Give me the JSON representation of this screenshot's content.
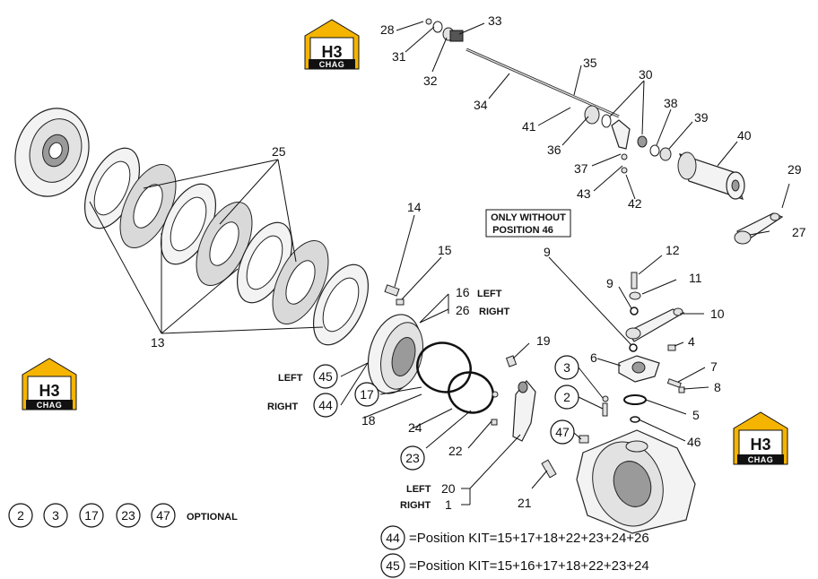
{
  "logo": {
    "mark": "H3",
    "sub": "CHAG",
    "accent": "#f5b400"
  },
  "note_box": {
    "line1": "ONLY WITHOUT",
    "line2": "POSITION 46"
  },
  "side_labels": {
    "left": "LEFT",
    "right": "RIGHT"
  },
  "callouts": {
    "c1": "1",
    "c2": "2",
    "c3": "3",
    "c4": "4",
    "c5": "5",
    "c6": "6",
    "c7": "7",
    "c8": "8",
    "c9": "9",
    "c10": "10",
    "c11": "11",
    "c12": "12",
    "c13": "13",
    "c14": "14",
    "c15": "15",
    "c16": "16",
    "c17": "17",
    "c18": "18",
    "c19": "19",
    "c20": "20",
    "c21": "21",
    "c22": "22",
    "c23": "23",
    "c24": "24",
    "c25": "25",
    "c26": "26",
    "c27": "27",
    "c28": "28",
    "c29": "29",
    "c30": "30",
    "c31": "31",
    "c32": "32",
    "c33": "33",
    "c34": "34",
    "c35": "35",
    "c36": "36",
    "c37": "37",
    "c38": "38",
    "c39": "39",
    "c40": "40",
    "c41": "41",
    "c42": "42",
    "c43": "43",
    "c44": "44",
    "c45": "45",
    "c46": "46",
    "c47": "47"
  },
  "optional_legend": {
    "items": [
      "2",
      "3",
      "17",
      "23",
      "47"
    ],
    "label": "OPTIONAL"
  },
  "kits": [
    {
      "id": "44",
      "text": "=Position KIT=15+17+18+22+23+24+26"
    },
    {
      "id": "45",
      "text": "=Position KIT=15+16+17+18+22+23+24"
    }
  ]
}
